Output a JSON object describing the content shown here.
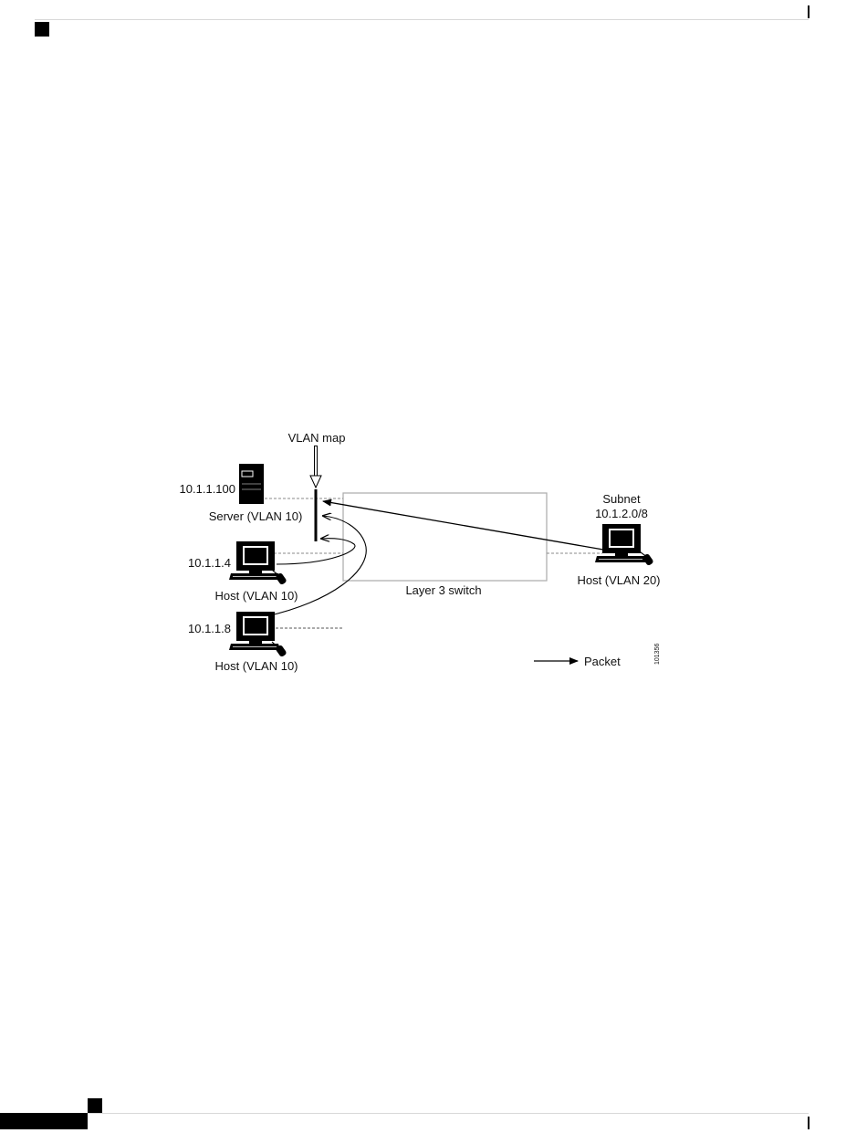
{
  "diagram": {
    "vlan_map_label": "VLAN map",
    "server": {
      "ip": "10.1.1.100",
      "label": "Server (VLAN 10)"
    },
    "host_a": {
      "ip": "10.1.1.4",
      "label": "Host (VLAN 10)"
    },
    "host_b": {
      "ip": "10.1.1.8",
      "label": "Host (VLAN 10)"
    },
    "switch_label": "Layer 3 switch",
    "subnet": {
      "title": "Subnet",
      "value": "10.1.2.0/8"
    },
    "host_c": {
      "label": "Host (VLAN 20)"
    },
    "legend": {
      "packet_label": "Packet"
    },
    "figure_id": "101356"
  },
  "icons": [
    "server-icon",
    "workstation-icon",
    "mouse-icon"
  ]
}
